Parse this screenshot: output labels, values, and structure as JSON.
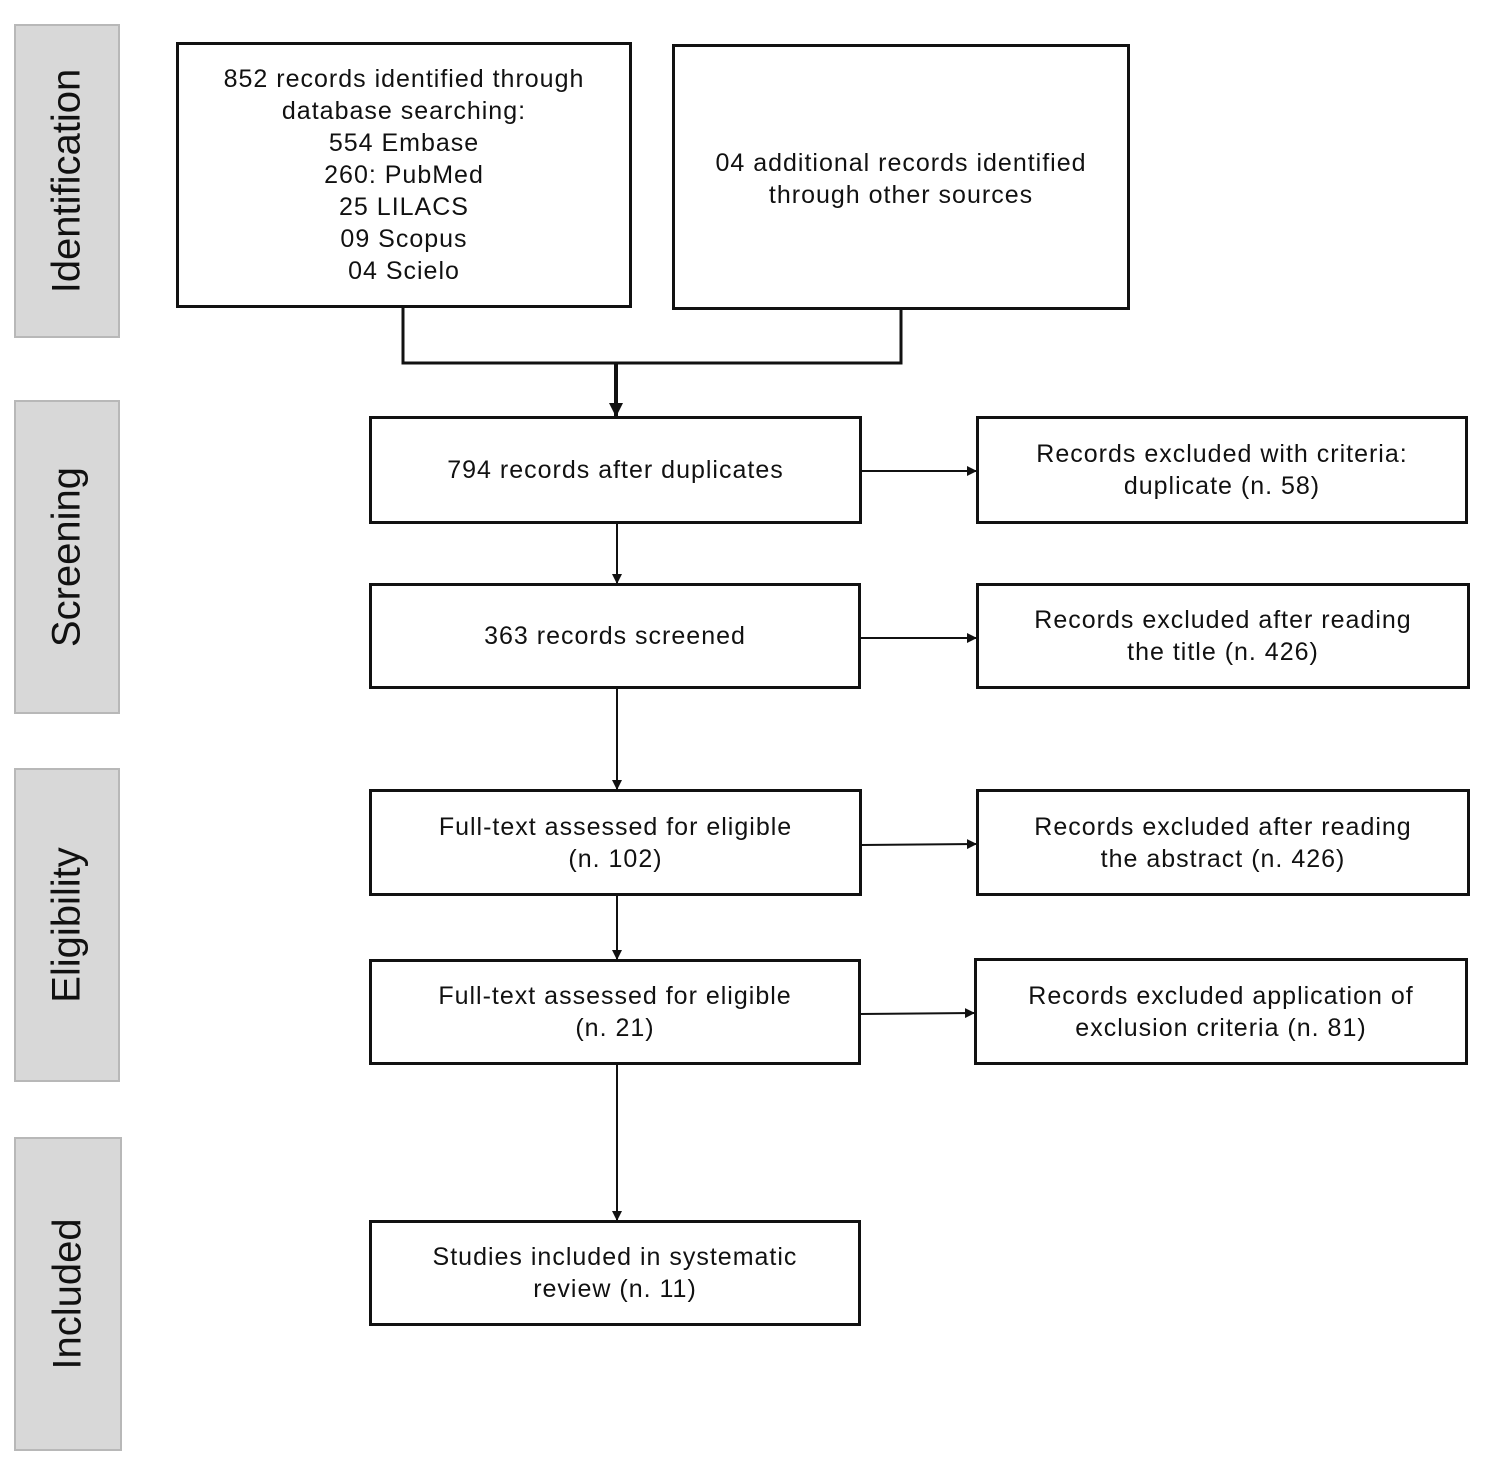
{
  "phases": {
    "identification": "Identification",
    "screening": "Screening",
    "eligibility": "Eligibility",
    "included": "Included"
  },
  "boxes": {
    "database_records": "852 records identified through\ndatabase searching:\n554 Embase\n260: PubMed\n25 LILACS\n09 Scopus\n04 Scielo",
    "other_sources": "04 additional records identified\nthrough other sources",
    "after_duplicates": "794 records after duplicates",
    "excluded_duplicate": "Records excluded with criteria:\nduplicate (n. 58)",
    "screened": "363 records screened",
    "excluded_title": "Records excluded after reading\nthe title (n. 426)",
    "fulltext_102": "Full-text assessed for eligible\n(n. 102)",
    "excluded_abstract": "Records excluded after reading\nthe abstract (n. 426)",
    "fulltext_21": "Full-text assessed for eligible\n(n. 21)",
    "excluded_criteria": "Records excluded application of\nexclusion criteria (n. 81)",
    "included_studies": "Studies included in systematic\nreview (n. 11)"
  },
  "colors": {
    "phase_fill": "#d8d8d8",
    "phase_border": "#b8b8b8",
    "box_border": "#111111",
    "connector": "#111111"
  }
}
